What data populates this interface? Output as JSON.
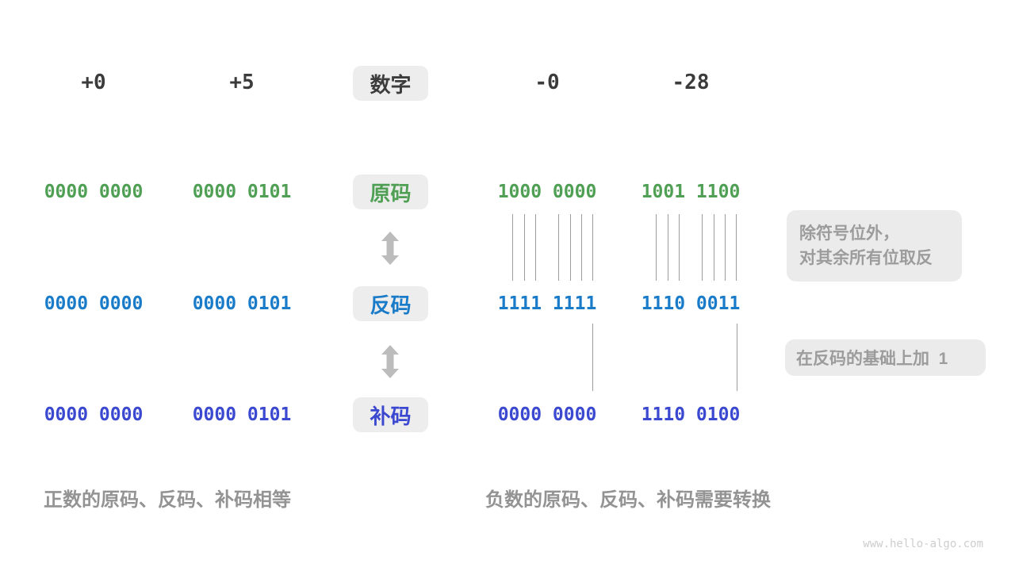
{
  "header": {
    "numbers": [
      "+0",
      "+5",
      "-0",
      "-28"
    ],
    "label": "数字"
  },
  "rows": [
    {
      "label": "原码",
      "color": "#4f9f54",
      "values": [
        "0000 0000",
        "0000 0101",
        "1000 0000",
        "1001 1100"
      ]
    },
    {
      "label": "反码",
      "color": "#1a7cc9",
      "values": [
        "0000 0000",
        "0000 0101",
        "1111 1111",
        "1110 0011"
      ]
    },
    {
      "label": "补码",
      "color": "#3b48d0",
      "values": [
        "0000 0000",
        "0000 0101",
        "0000 0000",
        "1110 0100"
      ]
    }
  ],
  "annotations": {
    "invert_line1": "除符号位外，",
    "invert_line2": "对其余所有位取反",
    "add_one": "在反码的基础上加  1"
  },
  "captions": {
    "positive": "正数的原码、反码、补码相等",
    "negative": "负数的原码、反码、补码需要转换"
  },
  "watermark": "www.hello-algo.com",
  "colors": {
    "sign_green": "#4f9f54",
    "ones_blue": "#1a7cc9",
    "twos_indigo": "#3b48d0",
    "chip_bg": "#ededed",
    "annotation_bg": "#ebebeb",
    "annotation_text": "#9c9c9c",
    "caption_text": "#939393",
    "arrow_gray": "#bcbcbc"
  }
}
